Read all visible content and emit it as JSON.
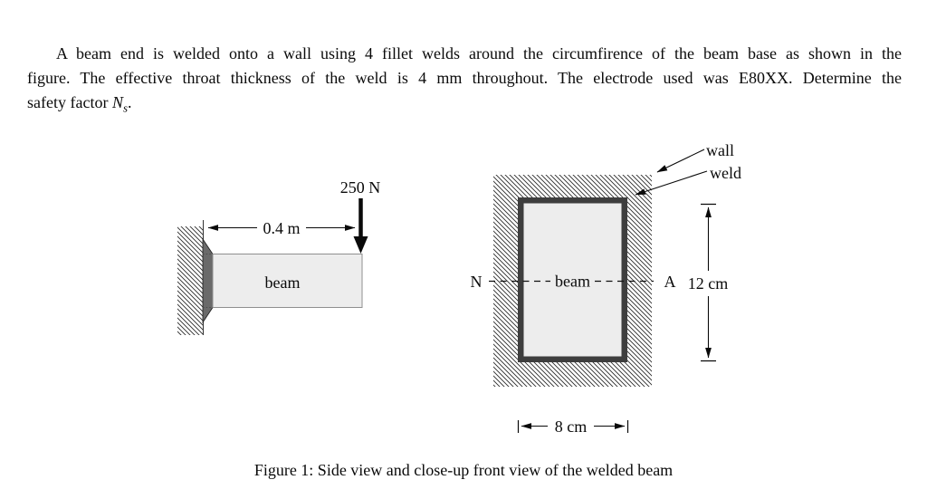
{
  "problem": {
    "line1": "A beam end is welded onto a wall using 4 fillet welds around the circumfirence of the beam base as shown in the",
    "line2": "figure. The effective throat thickness of the weld is 4 mm throughout. The electrode used was E80XX. Determine the",
    "line3_prefix": "safety factor ",
    "variable": "N",
    "variable_subscript": "s",
    "line3_suffix": "."
  },
  "figure": {
    "side_view": {
      "force_label": "250 N",
      "length_label": "0.4 m",
      "beam_label": "beam"
    },
    "front_view": {
      "left_axis_label": "N",
      "right_axis_label": "A",
      "beam_label": "beam",
      "height_label": "12 cm",
      "width_label": "8 cm",
      "wall_label": "wall",
      "weld_label": "weld"
    },
    "caption": "Figure 1: Side view and close-up front view of the welded beam"
  },
  "colors": {
    "ink": "#0a0a0a",
    "beam_fill": "#ededed",
    "weld_frame": "#3e3e3e",
    "weld_fillet": "#6a6a6a",
    "hatch_line": "#2a2a2a"
  }
}
